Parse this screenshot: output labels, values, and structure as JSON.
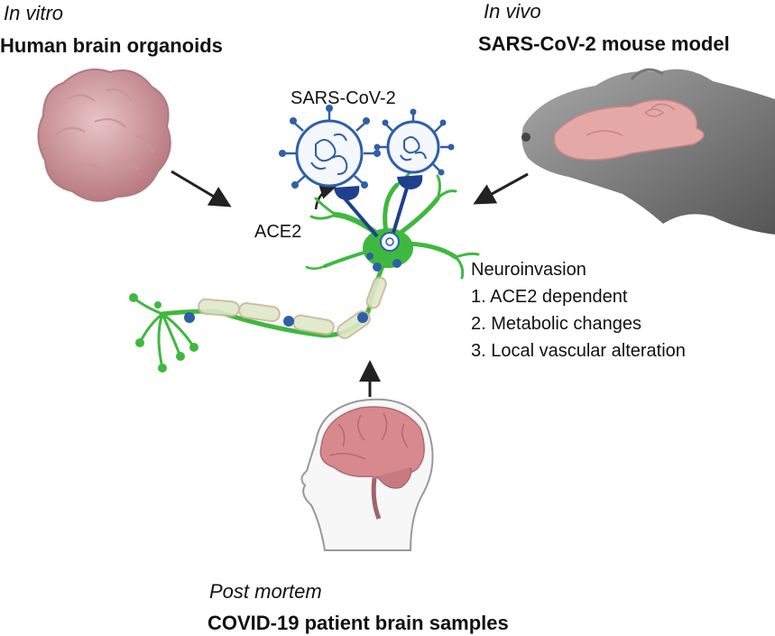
{
  "panels": {
    "in_vitro": {
      "method": "In vitro",
      "title": "Human brain organoids"
    },
    "in_vivo": {
      "method": "In vivo",
      "title": "SARS-CoV-2 mouse model"
    },
    "post_mortem": {
      "method": "Post mortem",
      "title": "COVID-19 patient brain samples"
    }
  },
  "center": {
    "virus_label": "SARS-CoV-2",
    "receptor_label": "ACE2"
  },
  "findings": {
    "heading": "Neuroinvasion",
    "items": [
      "1. ACE2 dependent",
      "2. Metabolic changes",
      "3. Local vascular alteration"
    ]
  },
  "colors": {
    "neuron": "#3fb83f",
    "virus": "#2f5fa8",
    "receptor": "#1f3f8f",
    "organoid": "#c98e92",
    "brain": "#d2868a",
    "mouse": "#8c8c8c",
    "arrow": "#222222"
  }
}
